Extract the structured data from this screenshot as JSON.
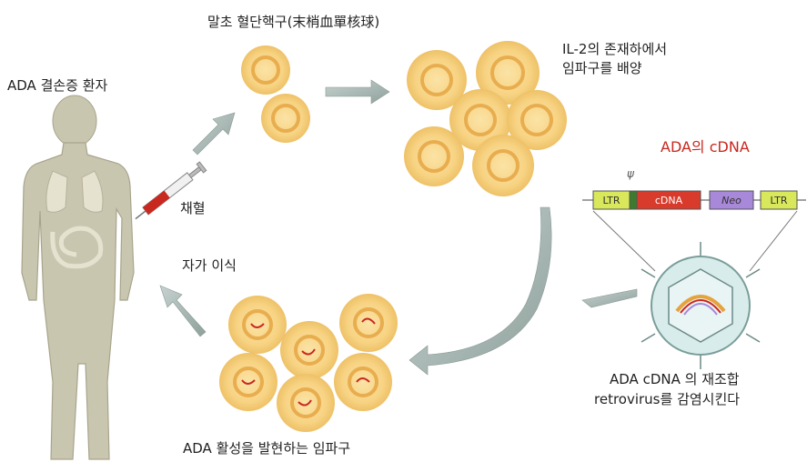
{
  "labels": {
    "patient": "ADA 결손증 환자",
    "peripheral_lymphocytes": "말초 혈단핵구(末梢血單核球)",
    "il2_culture_line1": "IL-2의 존재하에서",
    "il2_culture_line2": "임파구를 배양",
    "cdna_title": "ADA의 cDNA",
    "psi": "ψ",
    "blood_draw": "채혈",
    "autotransplant": "자가 이식",
    "retrovirus_line1": "ADA cDNA 의 재조합",
    "retrovirus_line2": "retrovirus를 감염시킨다",
    "ada_lymphocytes": "ADA 활성을 발현하는 임파구"
  },
  "construct": {
    "segments": [
      "LTR",
      "cDNA",
      "Neo",
      "LTR"
    ]
  },
  "colors": {
    "ltr": "#d8e85a",
    "cdna": "#d83a2c",
    "neo": "#a888d8",
    "cell_fill": "#f9d98c",
    "cell_core": "#eeb556",
    "arrow": "#a9b8b4",
    "body": "#c9c6b0"
  }
}
